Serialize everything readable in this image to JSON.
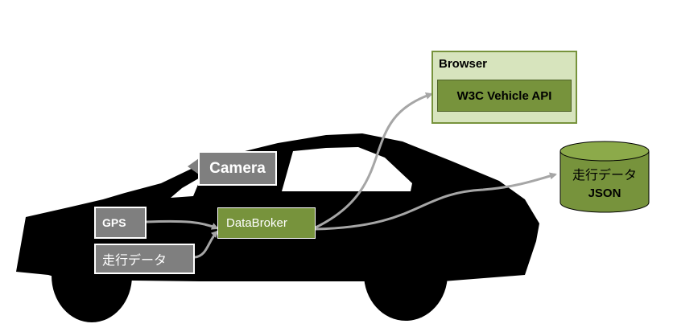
{
  "browser": {
    "title": "Browser",
    "api_label": "W3C Vehicle API"
  },
  "sources": {
    "camera": "Camera",
    "gps": "GPS",
    "driving_data": "走行データ"
  },
  "broker": {
    "label": "DataBroker"
  },
  "storage": {
    "line1": "走行データ",
    "line2": "JSON"
  },
  "colors": {
    "car": "#000000",
    "gray_box": "#7f7f7f",
    "green_box": "#77933c",
    "browser_fill": "#d7e4bd",
    "browser_border": "#77933c",
    "db_fill": "#77933c",
    "arrow": "#a6a6a6"
  }
}
